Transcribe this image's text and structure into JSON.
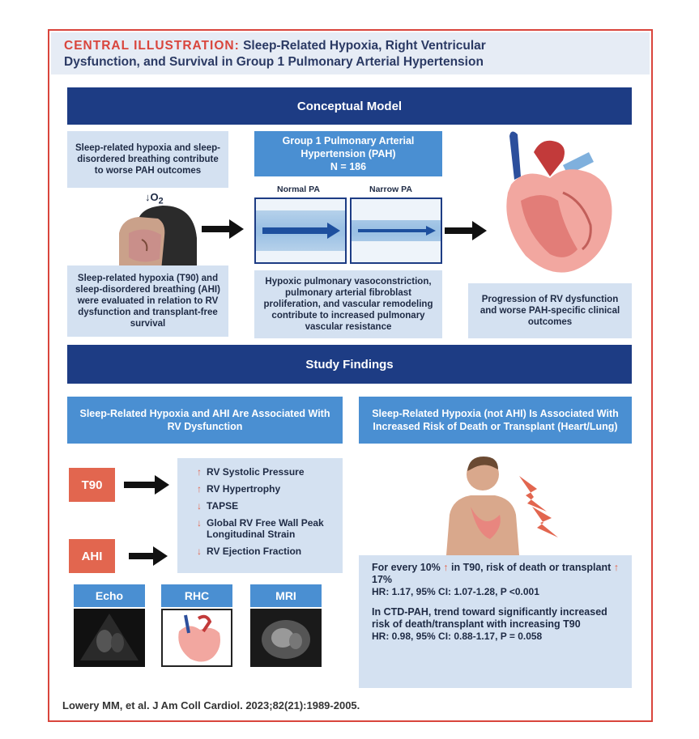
{
  "header": {
    "label": "CENTRAL ILLUSTRATION:",
    "title_line1": "Sleep-Related Hypoxia, Right Ventricular",
    "title_line2": "Dysfunction, and Survival in Group 1 Pulmonary Arterial Hypertension"
  },
  "conceptual": {
    "heading": "Conceptual Model",
    "contribute_text": "Sleep-related hypoxia and sleep-disordered breathing contribute to worse PAH outcomes",
    "o2_label": "O",
    "o2_sub": "2",
    "evaluated_text": "Sleep-related hypoxia (T90) and sleep-disordered breathing (AHI) were evaluated in relation to RV dysfunction and transplant-free survival",
    "cohort_line1": "Group 1 Pulmonary Arterial",
    "cohort_line2": "Hypertension (PAH)",
    "cohort_n": "N = 186",
    "normal_pa": "Normal PA",
    "narrow_pa": "Narrow PA",
    "mechanism_text": "Hypoxic pulmonary vasoconstriction, pulmonary arterial fibroblast proliferation, and vascular remodeling contribute to increased pulmonary vascular resistance",
    "progression_text": "Progression of RV dysfunction and worse PAH-specific clinical outcomes"
  },
  "findings": {
    "heading": "Study Findings",
    "left_header": "Sleep-Related Hypoxia and AHI Are Associated With RV Dysfunction",
    "right_header": "Sleep-Related Hypoxia (not AHI) Is Associated With Increased Risk of Death or Transplant (Heart/Lung)",
    "t90_tag": "T90",
    "ahi_tag": "AHI",
    "items": [
      {
        "arrow": "up",
        "text": "RV Systolic Pressure"
      },
      {
        "arrow": "up",
        "text": "RV Hypertrophy"
      },
      {
        "arrow": "down",
        "text": "TAPSE"
      },
      {
        "arrow": "down",
        "text": "Global RV Free Wall Peak Longitudinal Strain"
      },
      {
        "arrow": "down",
        "text": "RV Ejection Fraction"
      }
    ],
    "modalities": [
      "Echo",
      "RHC",
      "MRI"
    ],
    "risk": {
      "p1_a": "For every 10%",
      "p1_b": "in T90, risk of death or transplant",
      "p1_c": "17%",
      "hr1": "HR: 1.17, 95% CI: 1.07-1.28, P <0.001",
      "p2": "In CTD-PAH, trend toward significantly increased risk of death/transplant with increasing T90",
      "hr2": "HR: 0.98, 95% CI: 0.88-1.17, P = 0.058"
    }
  },
  "citation": "Lowery MM, et al. J Am Coll Cardiol. 2023;82(21):1989-2005.",
  "colors": {
    "navy": "#1d3c84",
    "medium_blue": "#4a8fd2",
    "light_blue": "#d4e1f1",
    "coral": "#e2664f",
    "frame_red": "#d9453c"
  }
}
